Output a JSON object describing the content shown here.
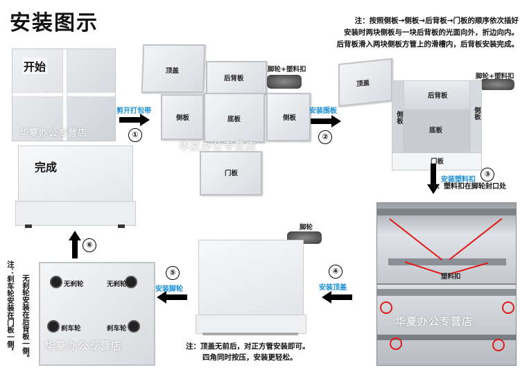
{
  "title": "安装图示",
  "top_note": [
    "注：按照侧板→侧板→后背板→门板的顺序依次插好",
    "安装时两块侧板与一块后背板的光面向外，折边向内。",
    "后背板滑入两块侧板方管上的滑槽内，后背板安装完成。"
  ],
  "start": {
    "label": "开始",
    "watermark": "华夏办公专营店"
  },
  "step1": {
    "num": "①",
    "label": "剪开打包带"
  },
  "parts": {
    "top": "顶盖",
    "back": "后背板",
    "casters": "脚轮+塑料扣",
    "side_left": "侧板",
    "bottom": "底板",
    "side_right": "侧板",
    "door": "门板",
    "watermark": "华夏办公专营店"
  },
  "step2": {
    "num": "②",
    "label": "安装围板"
  },
  "assembled": {
    "top": "顶盖",
    "casters": "脚轮+塑料扣",
    "back": "后背板",
    "side_left": "侧板",
    "bottom": "底板",
    "side_right": "侧板",
    "door": "门板"
  },
  "step3": {
    "num": "③",
    "label": "安装塑料扣",
    "note": "注：塑料扣在脚轮封口处"
  },
  "detail": {
    "clip_label": "塑料扣",
    "watermark": "华夏办公专营店"
  },
  "step4": {
    "num": "④",
    "label": "安装顶盖",
    "caster_label": "脚轮",
    "note": [
      "注：顶盖无前后，对正方管安装即可。",
      "四角同时按压，安装更轻松。"
    ]
  },
  "step5": {
    "num": "⑤",
    "label": "安装脚轮"
  },
  "wheels": {
    "no_brake_1": "无刹轮",
    "no_brake_2": "无刹轮",
    "brake_1": "刹车轮",
    "brake_2": "刹车轮",
    "watermark": "华夏办公专营店"
  },
  "side_note_1": "无刹轮安装在后背板一侧。",
  "side_note_2": "注：刹车轮安装在门板一侧，",
  "step6": {
    "num": "⑥"
  },
  "done": {
    "label": "完成"
  }
}
